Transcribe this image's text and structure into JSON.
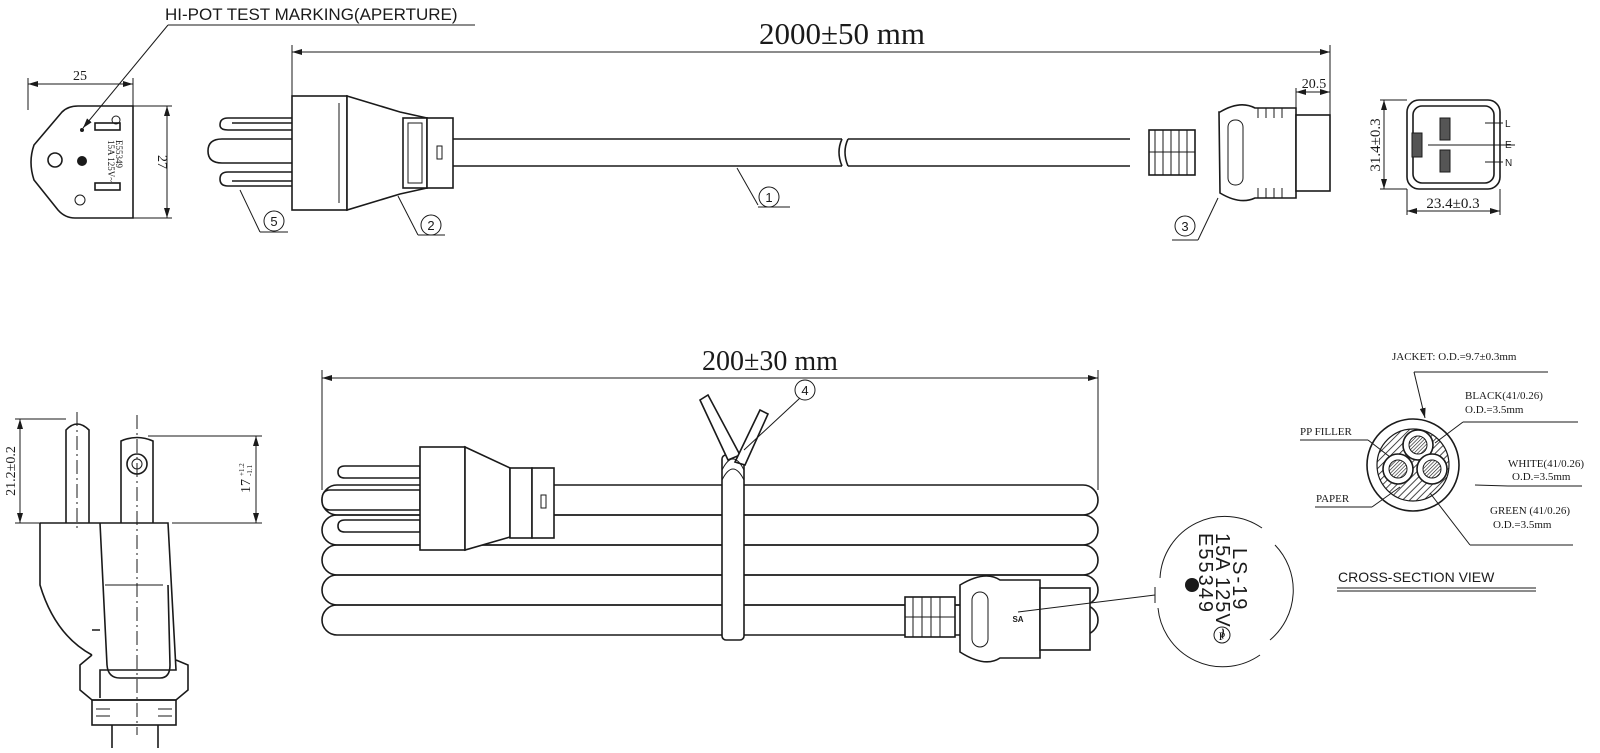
{
  "annotations": {
    "hipot_label": "HI-POT TEST MARKING(APERTURE)",
    "cross_section_title": "CROSS-SECTION VIEW"
  },
  "dimensions": {
    "total_length": "2000±50 mm",
    "bundle_length": "200±30 mm",
    "plug_width": "25",
    "plug_height": "27",
    "connector_depth": "20.5",
    "connector_height": "31.4±0.3",
    "connector_width": "23.4±0.3",
    "prong_length": "21.2±0.2",
    "ground_pin_length": "17",
    "ground_pin_tol_plus": "+1.2",
    "ground_pin_tol_minus": "-1.1"
  },
  "callouts": [
    "1",
    "2",
    "3",
    "4",
    "5"
  ],
  "plug_face_marking": {
    "line1": "15A 125V~",
    "line2": "E55349"
  },
  "connector_pins": [
    "L",
    "E",
    "N"
  ],
  "connector_marking": {
    "line1": "LS-19",
    "line2": "15A 125V~",
    "line3": "E55349",
    "mark": "P",
    "logo": "SA"
  },
  "cross_section": {
    "jacket": "JACKET: O.D.=9.7±0.3mm",
    "black": "BLACK(41/0.26)",
    "black_od": "O.D.=3.5mm",
    "white": "WHITE(41/0.26)",
    "white_od": "O.D.=3.5mm",
    "green": "GREEN (41/0.26)",
    "green_od": "O.D.=3.5mm",
    "filler": "PP FILLER",
    "paper": "PAPER"
  }
}
